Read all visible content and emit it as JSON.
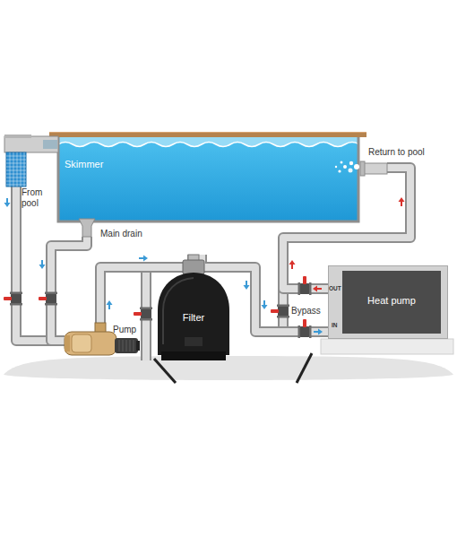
{
  "diagram": {
    "nodes": [
      {
        "text": [
          "Skimmer"
        ]
      },
      {
        "text": [
          "Main drain"
        ]
      },
      {
        "text": [
          "Return to pool"
        ]
      },
      {
        "text": [
          "Pump"
        ]
      },
      {
        "text": [
          "Filter"
        ]
      },
      {
        "text": [
          "Heat pump"
        ]
      }
    ],
    "edges": [
      {
        "from": 0,
        "to": 3,
        "arrow": "to"
      },
      {
        "from": 1,
        "to": 3,
        "arrow": "to"
      },
      {
        "from": 3,
        "to": 4,
        "arrow": "to"
      },
      {
        "from": 4,
        "to": 5,
        "arrow": "to"
      },
      {
        "from": 5,
        "to": 2,
        "arrow": "to"
      }
    ],
    "labels": [
      "From pool",
      "Bypass",
      "OUT",
      "IN"
    ]
  }
}
